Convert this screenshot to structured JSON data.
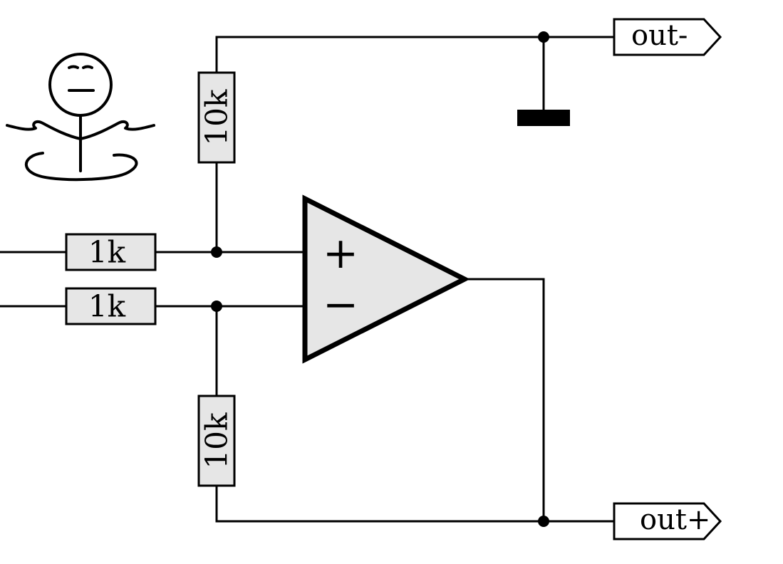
{
  "diagram": {
    "resistors": {
      "r_top_feedback": "10k",
      "r_input_plus": "1k",
      "r_input_minus": "1k",
      "r_bottom_feedback": "10k"
    },
    "opamp": {
      "plus_symbol": "+",
      "minus_symbol": "−"
    },
    "ports": {
      "out_minus": "out-",
      "out_plus": "out+"
    },
    "colors": {
      "component_fill": "#e6e6e6",
      "stroke": "#000000",
      "background": "#ffffff"
    }
  }
}
